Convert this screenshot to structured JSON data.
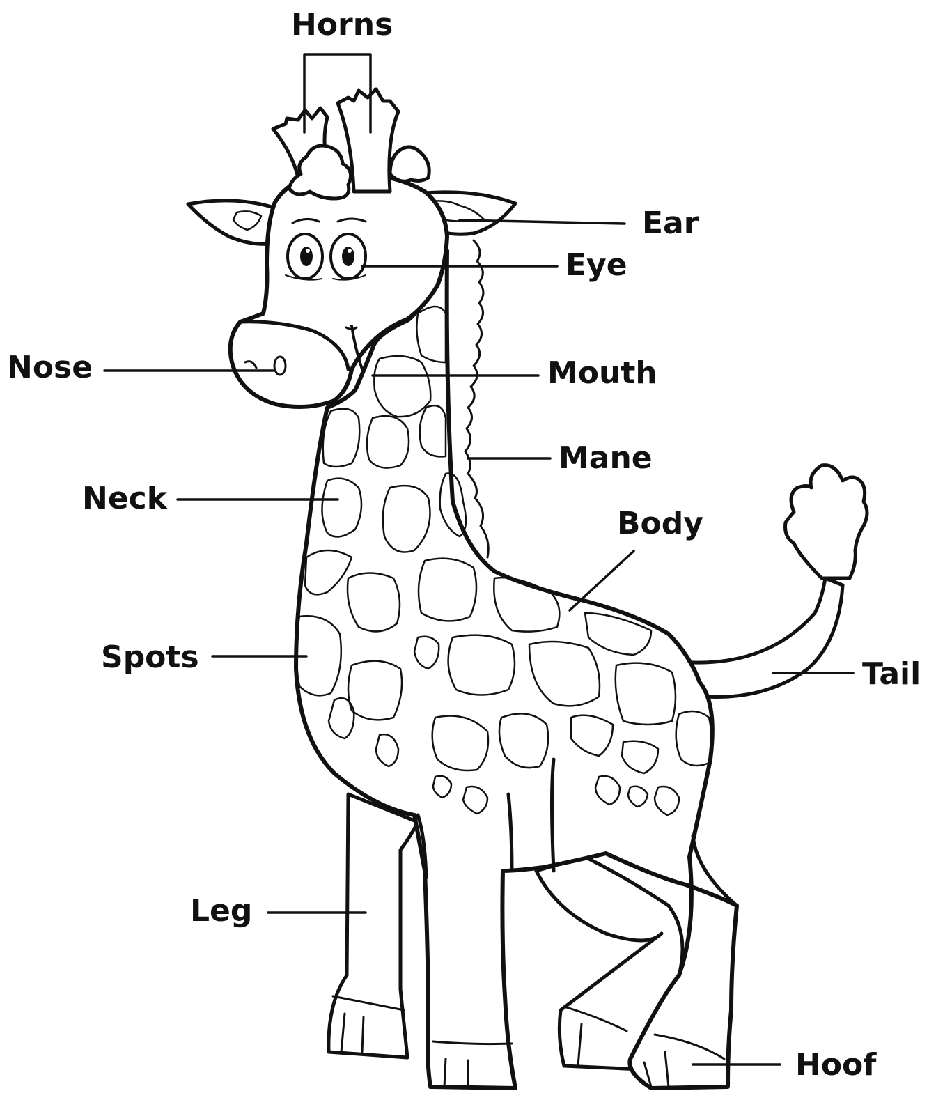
{
  "diagram": {
    "subject": "giraffe",
    "labels": {
      "horns": "Horns",
      "ear": "Ear",
      "eye": "Eye",
      "nose": "Nose",
      "mouth": "Mouth",
      "mane": "Mane",
      "neck": "Neck",
      "body": "Body",
      "spots": "Spots",
      "tail": "Tail",
      "leg": "Leg",
      "hoof": "Hoof"
    }
  },
  "colors": {
    "ink": "#111111",
    "background": "#ffffff"
  }
}
